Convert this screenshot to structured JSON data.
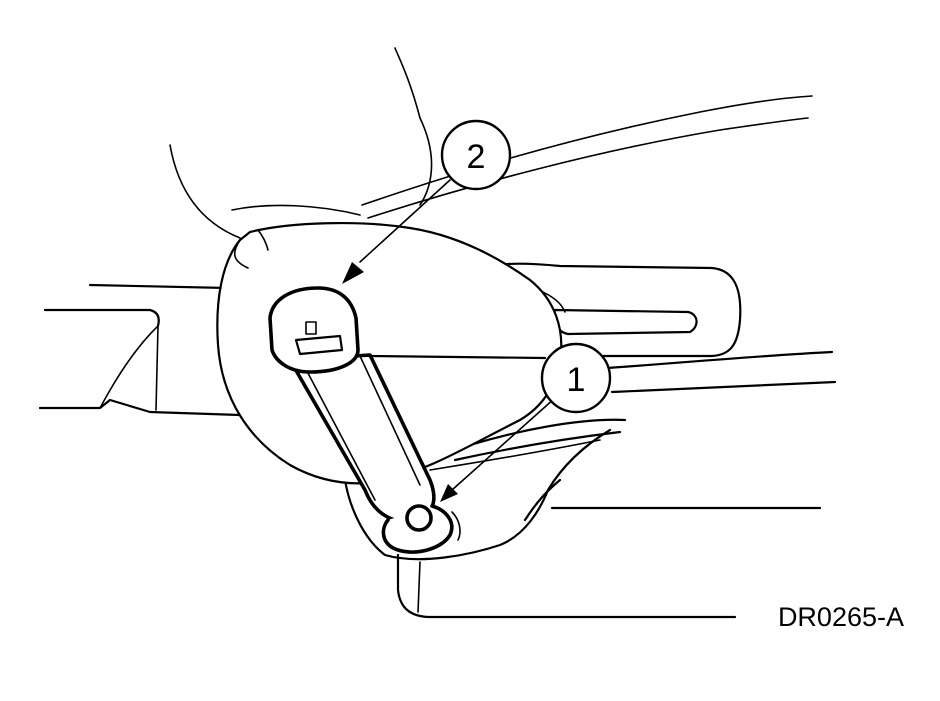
{
  "callouts": [
    {
      "id": "callout-1",
      "label": "1"
    },
    {
      "id": "callout-2",
      "label": "2"
    }
  ],
  "figure_code": "DR0265-A",
  "colors": {
    "ink": "#000000",
    "paper": "#ffffff"
  }
}
